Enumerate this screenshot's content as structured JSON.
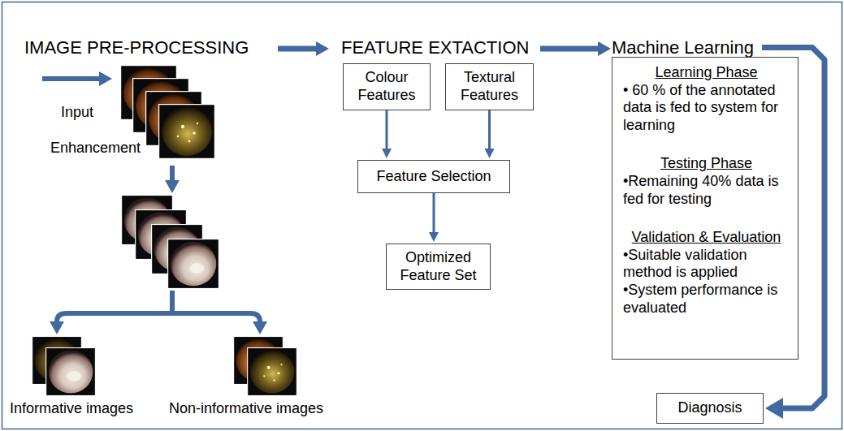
{
  "diagram": {
    "nodes": [
      {
        "text": [
          "Colour Features"
        ]
      },
      {
        "text": [
          "Textural Features"
        ]
      },
      {
        "text": [
          "Feature Selection"
        ]
      },
      {
        "text": [
          "Optimized Feature Set"
        ]
      },
      {
        "text": [
          "Machine Learning",
          "Learning Phase",
          "• 60 % of the annotated data is fed to system for learning",
          "Testing Phase",
          "•Remaining 40% data is fed for testing",
          "Validation & Evaluation",
          "•Suitable validation method is applied",
          "•System performance is evaluated"
        ]
      },
      {
        "text": [
          "Diagnosis"
        ]
      }
    ],
    "edges": [
      {
        "from": 0,
        "to": 2,
        "arrow": "to"
      },
      {
        "from": 1,
        "to": 2,
        "arrow": "to"
      },
      {
        "from": 2,
        "to": 3,
        "arrow": "to"
      },
      {
        "from": 4,
        "to": 5,
        "arrow": "to"
      }
    ],
    "labels": [
      "IMAGE PRE-PROCESSING",
      "FEATURE EXTACTION",
      "Input",
      "Enhancement",
      "Informative images",
      "Non-informative images"
    ]
  }
}
